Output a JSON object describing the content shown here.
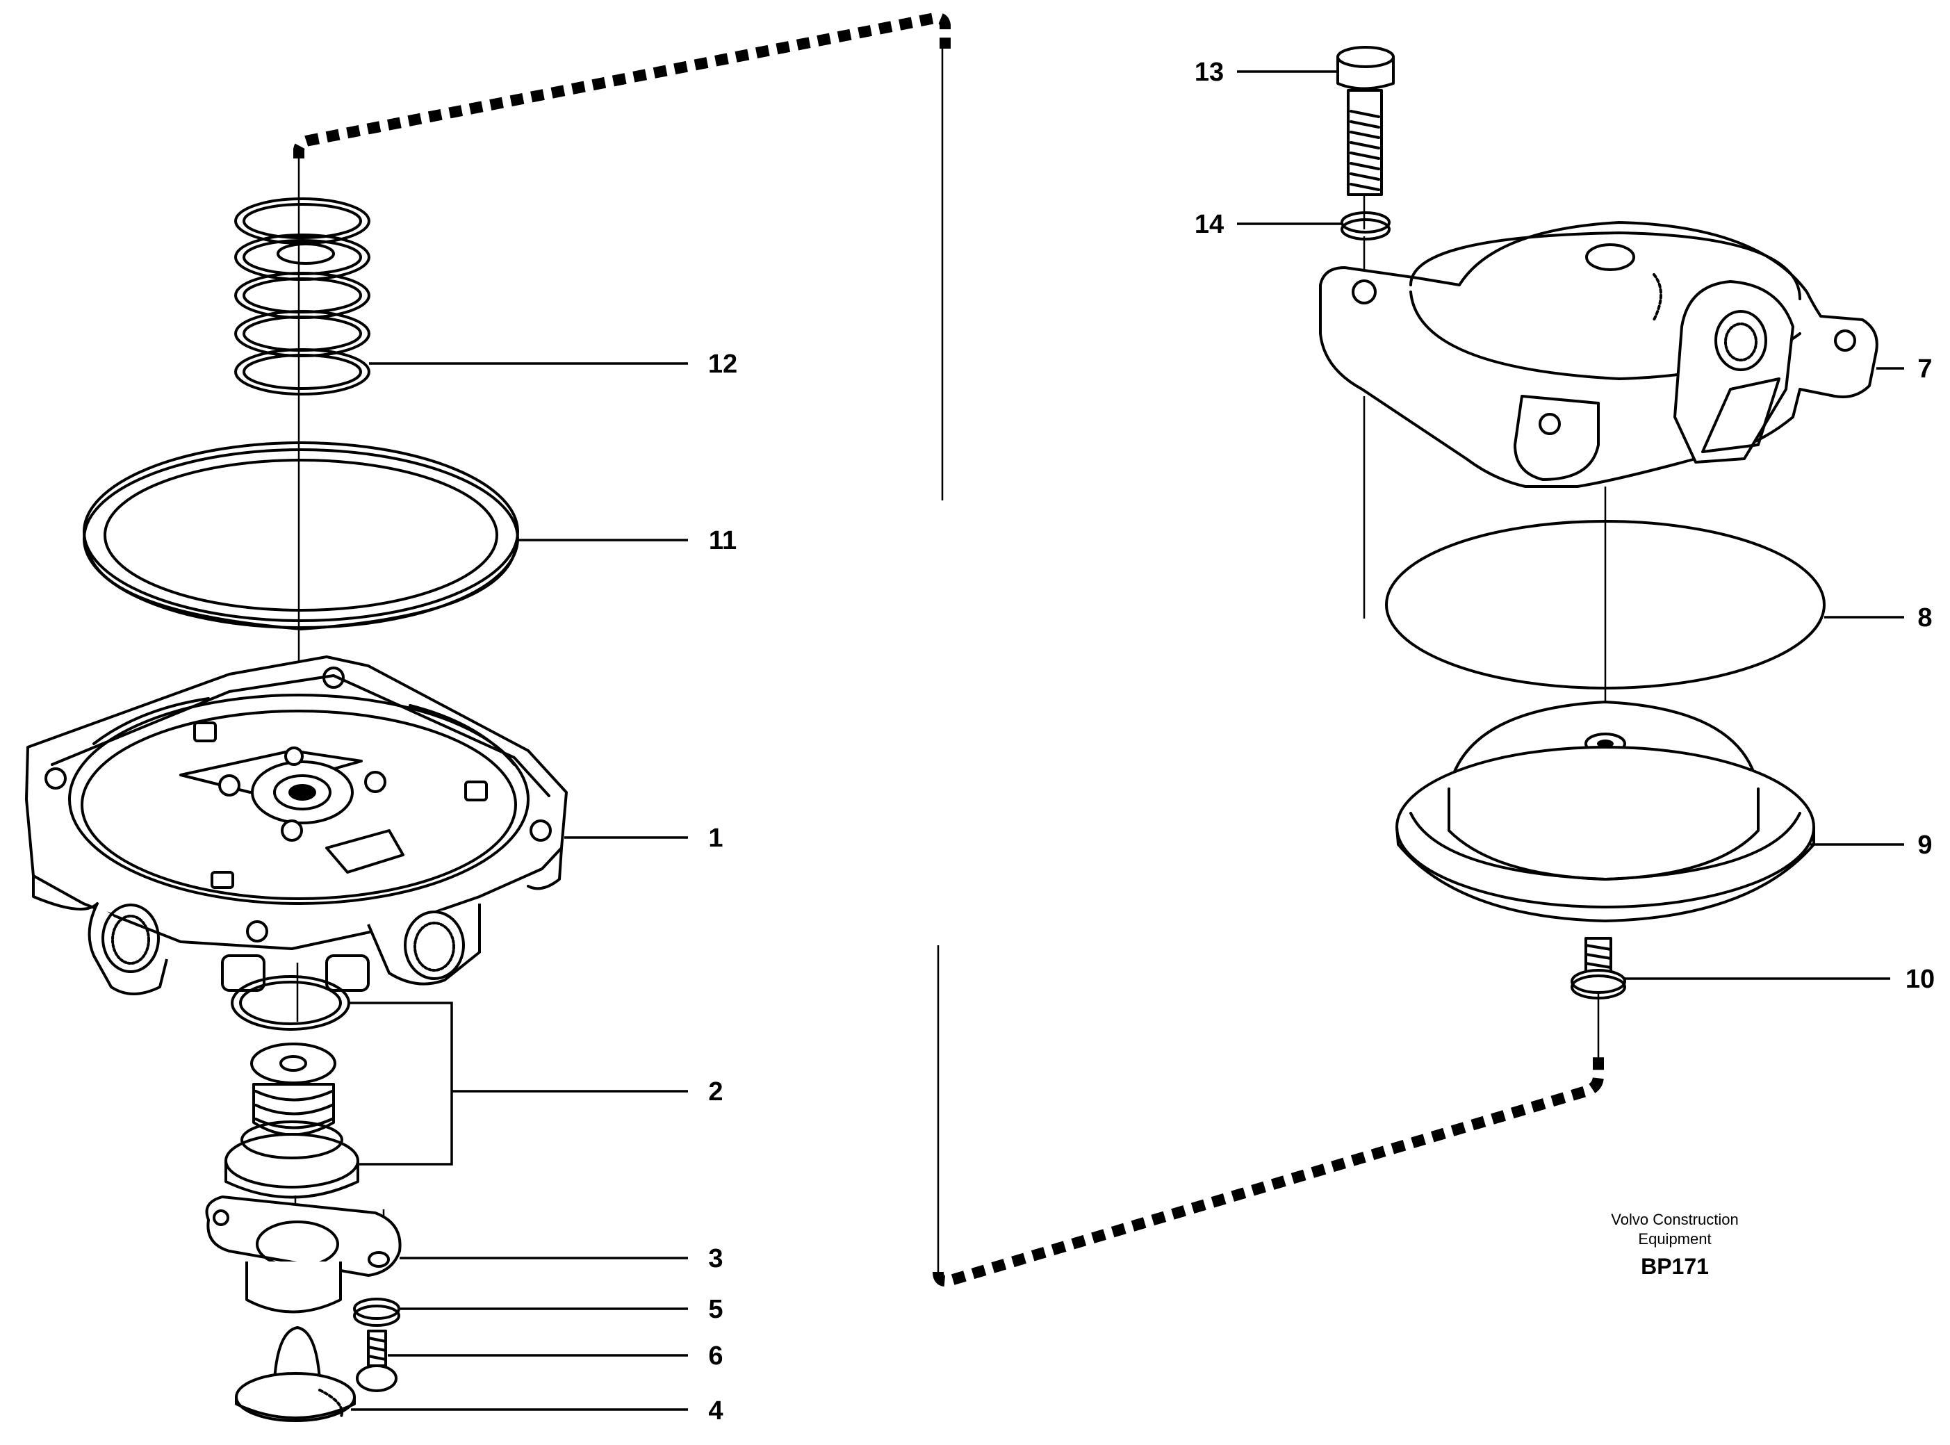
{
  "parts": [
    {
      "number": "1",
      "name": "valve-housing"
    },
    {
      "number": "2",
      "name": "valve-insert-kit"
    },
    {
      "number": "3",
      "name": "flange-cover"
    },
    {
      "number": "4",
      "name": "plug"
    },
    {
      "number": "5",
      "name": "washer"
    },
    {
      "number": "6",
      "name": "screw"
    },
    {
      "number": "7",
      "name": "top-cover"
    },
    {
      "number": "8",
      "name": "o-ring"
    },
    {
      "number": "9",
      "name": "piston-cup"
    },
    {
      "number": "10",
      "name": "screw"
    },
    {
      "number": "11",
      "name": "sealing-ring"
    },
    {
      "number": "12",
      "name": "spring"
    },
    {
      "number": "13",
      "name": "bolt"
    },
    {
      "number": "14",
      "name": "spring-washer"
    }
  ],
  "footer": {
    "company_line1": "Volvo Construction",
    "company_line2": "Equipment",
    "figure_code": "BP171"
  }
}
